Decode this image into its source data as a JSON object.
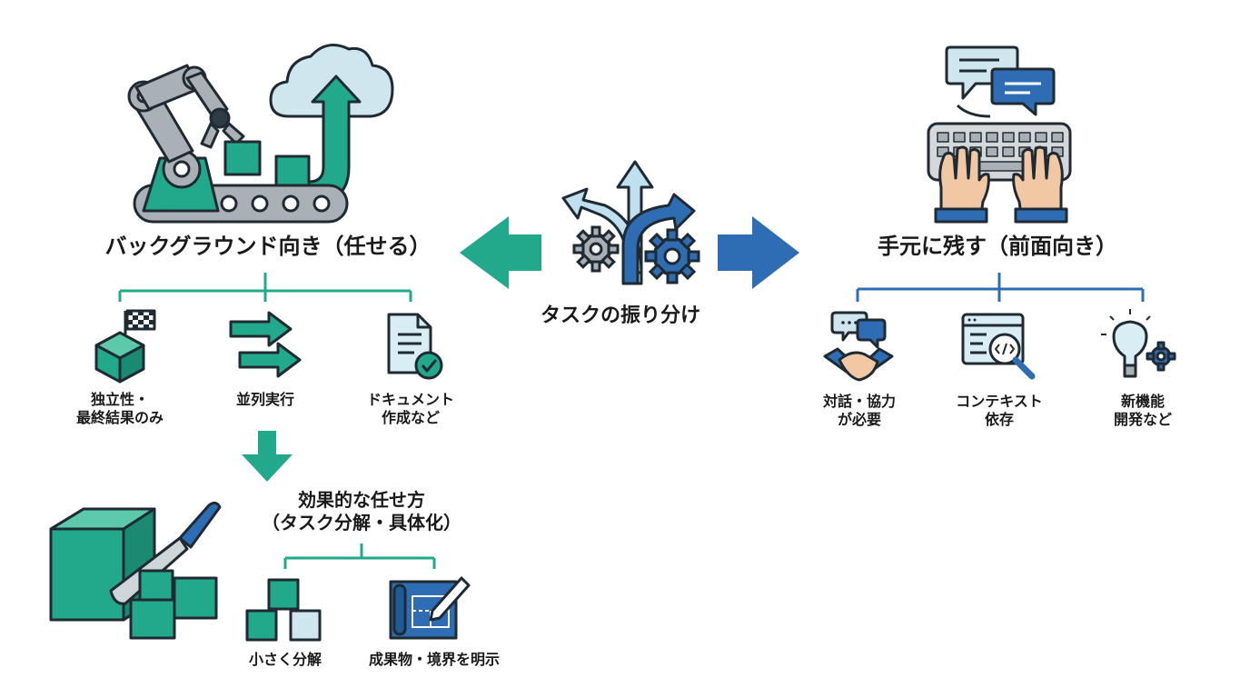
{
  "center": {
    "label": "タスクの振り分け"
  },
  "left": {
    "title": "バックグラウンド向き（任せる）",
    "items": [
      {
        "line1": "独立性・",
        "line2": "最終結果のみ"
      },
      {
        "line1": "並列実行",
        "line2": ""
      },
      {
        "line1": "ドキュメント",
        "line2": "作成など"
      }
    ],
    "method": {
      "title_line1": "効果的な任せ方",
      "title_line2": "（タスク分解・具体化）",
      "items": [
        {
          "label": "小さく分解"
        },
        {
          "label": "成果物・境界を明示"
        }
      ]
    }
  },
  "right": {
    "title": "手元に残す（前面向き）",
    "items": [
      {
        "line1": "対話・協力",
        "line2": "が必要"
      },
      {
        "line1": "コンテキスト",
        "line2": "依存"
      },
      {
        "line1": "新機能",
        "line2": "開発など"
      }
    ]
  },
  "colors": {
    "teal": "#22a88a",
    "teal_dark": "#1b8a72",
    "blue": "#2e6db4",
    "blue_light": "#bfe0ee",
    "gray": "#a9b1b7",
    "outline": "#1f2a33"
  },
  "icons": [
    "robot-arm-icon",
    "cloud-upload-icon",
    "conveyor-belt-icon",
    "split-arrows-icon",
    "gears-icon",
    "chat-bubbles-icon",
    "keyboard-hands-icon",
    "cube-flag-icon",
    "parallel-arrows-icon",
    "document-check-icon",
    "down-arrow-icon",
    "knife-cube-icon",
    "small-cubes-icon",
    "blueprint-pen-icon",
    "handshake-chat-icon",
    "code-search-icon",
    "lightbulb-gear-icon"
  ]
}
